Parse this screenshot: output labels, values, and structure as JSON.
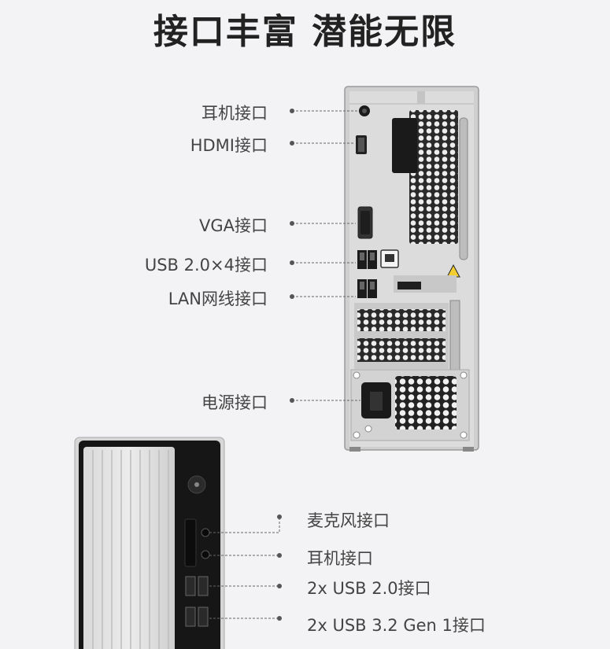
{
  "title": "接口丰富 潜能无限",
  "rear_labels": [
    "耳机接口",
    "HDMI接口",
    "VGA接口",
    "USB 2.0×4接口",
    "LAN网线接口",
    "电源接口"
  ],
  "front_labels": [
    "麦克风接口",
    "耳机接口",
    "2x USB 2.0接口",
    "2x USB 3.2 Gen 1接口"
  ]
}
